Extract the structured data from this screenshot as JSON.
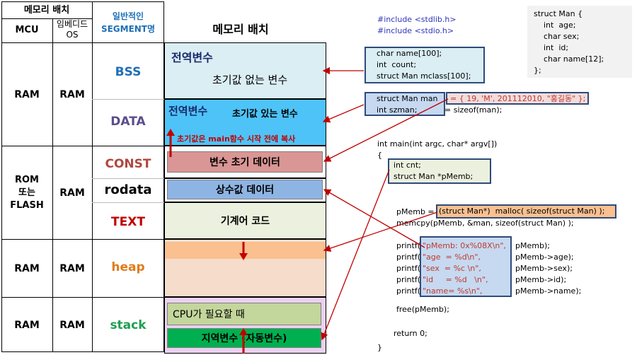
{
  "table": {
    "hdr_memory": "메모리 배치",
    "hdr_mcu": "MCU",
    "hdr_embedded_os": "임베디드\nOS",
    "hdr_segment": "일반적인\nSEGMENT명",
    "rows": [
      {
        "mcu": "RAM",
        "os": "RAM"
      },
      {
        "mcu": "ROM\n또는\nFLASH",
        "os": "RAM"
      },
      {
        "mcu": "RAM",
        "os": "RAM"
      },
      {
        "mcu": "RAM",
        "os": "RAM"
      }
    ],
    "segments": [
      {
        "name": "BSS",
        "color": "#1f6fb5"
      },
      {
        "name": "DATA",
        "color": "#5b4e8c"
      },
      {
        "name": "CONST",
        "color": "#b0483f"
      },
      {
        "name": "rodata",
        "color": "#000000"
      },
      {
        "name": "TEXT",
        "color": "#c00000"
      },
      {
        "name": "heap",
        "color": "#e07b1a"
      },
      {
        "name": "stack",
        "color": "#1e9e50"
      }
    ]
  },
  "memory": {
    "title": "메모리 배치",
    "bss_title": "전역변수",
    "bss_sub": "초기값 없는 변수",
    "data_title": "전역변수",
    "data_sub": "초기값 있는 변수",
    "data_note": "초기값은 main함수 시작 전에 복사",
    "const_label": "변수 초기 데이터",
    "rodata_label": "상수값 데이터",
    "text_label": "기계어 코드",
    "stack_top": "CPU가 필요할 때",
    "stack_bottom": "지역변수 (자동변수)"
  },
  "code": {
    "include1": "#include <stdlib.h>",
    "include2": "#include <stdio.h>",
    "struct_def": "struct Man {\n    int  age;\n    char sex;\n    int  id;\n    char name[12];\n};",
    "box1": [
      "char name[100];",
      "int  count;",
      "struct Man mclass[100];"
    ],
    "box2": [
      "struct Man man",
      "int szman;"
    ],
    "box2_init": "= { 19, 'M', 201112010, \"홍길동\" };",
    "box2_sizeof": "= sizeof(man);",
    "main_sig": "int main(int argc, char* argv[])",
    "brace_open": "{",
    "box3": [
      "int cnt;",
      "struct Man *pMemb;"
    ],
    "malloc_lhs": "pMemb =",
    "malloc_rhs": "(struct Man*)  malloc( sizeof(struct Man) );",
    "memcpy": "memcpy(pMemb, &man, sizeof(struct Man) );",
    "printf_prefix": [
      "printf(",
      "printf(",
      "printf(",
      "printf(",
      "printf("
    ],
    "printf_fmt": [
      "\"pMemb: 0x%08X\\n\",",
      "\"age  = %d\\n\",",
      "\"sex  = %c \\n\",",
      "\"id     = %d   \\n\",",
      "\"name= %s\\n\","
    ],
    "printf_args": [
      "pMemb);",
      "pMemb->age);",
      "pMemb->sex);",
      "pMemb->id);",
      "pMemb->name);"
    ],
    "free": "free(pMemb);",
    "return": "return 0;",
    "brace_close": "}"
  },
  "colors": {
    "bss_fill": "#daeef3",
    "data_fill": "#4ec3f7",
    "const_fill": "#d99694",
    "rodata_fill": "#8eb4e3",
    "text_fill": "#ebf1de",
    "heap_band": "#fac090",
    "heap_fill": "#f5dccb",
    "stack_fill": "#ead1f0",
    "stack_top_fill": "#c3d69b",
    "stack_bottom_fill": "#00b050",
    "arrow": "#c00000"
  }
}
